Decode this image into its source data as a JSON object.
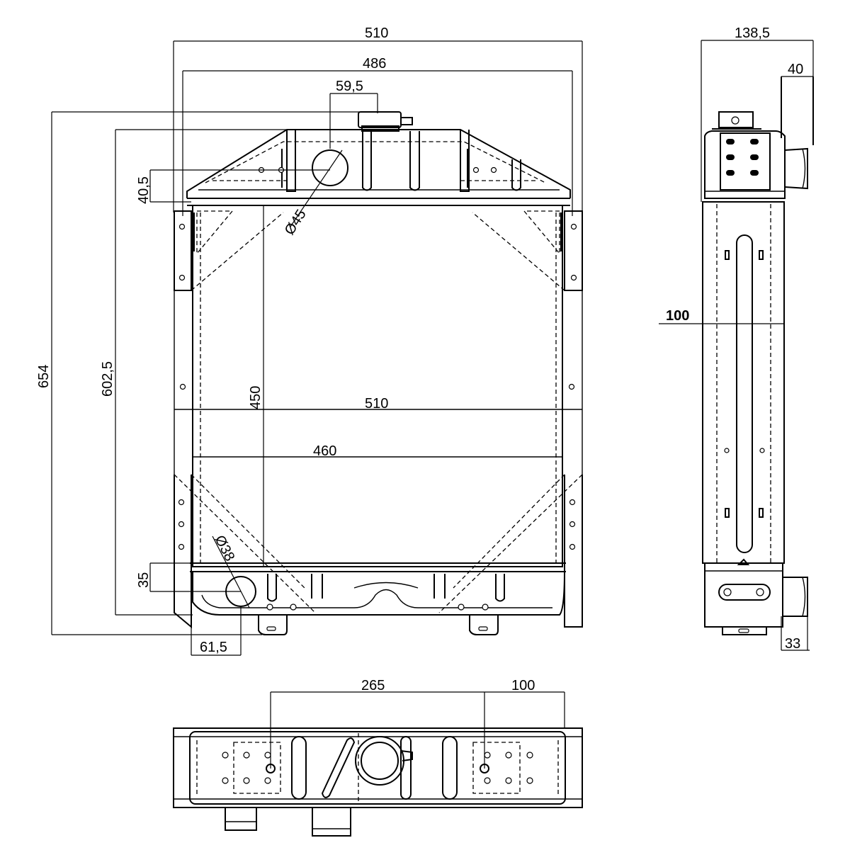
{
  "dimensions": {
    "front_overall_width": "510",
    "front_inner_width": "486",
    "cap_offset": "59,5",
    "upper_pipe_offset": "40,5",
    "upper_pipe_dia": "Ø45",
    "overall_height": "654",
    "core_frame_height": "602,5",
    "core_height": "450",
    "core_width_outer": "510",
    "core_width_inner": "460",
    "lower_pipe_dia": "Ø38",
    "lower_pipe_offset": "35",
    "lower_pipe_side_offset": "61,5",
    "side_depth": "138,5",
    "side_pipe_projection": "40",
    "side_core_depth": "100",
    "side_lower_pipe": "33",
    "bottom_mount_spacing": "265",
    "bottom_mount_right": "100"
  }
}
